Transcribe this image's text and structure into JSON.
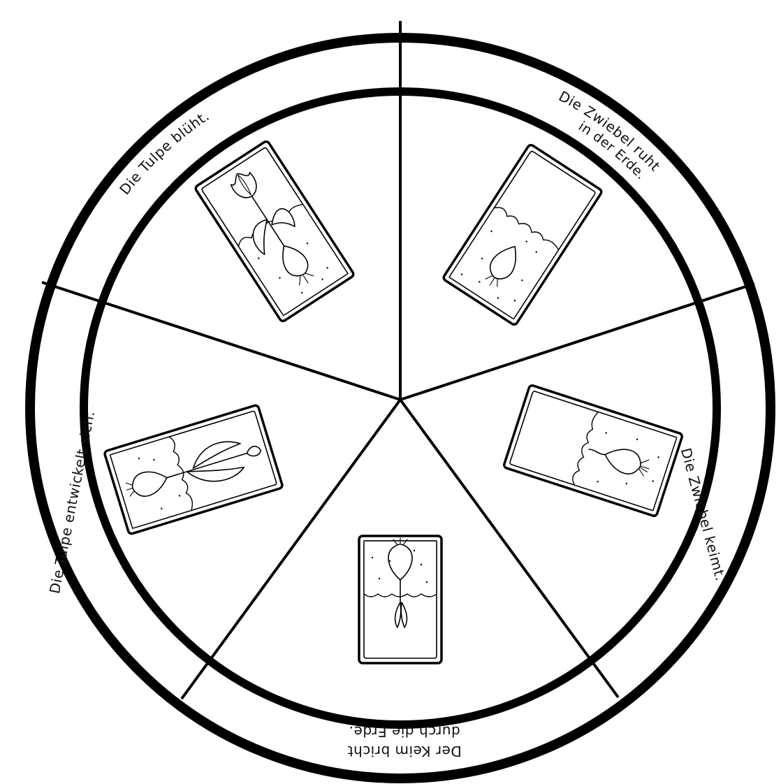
{
  "wheel": {
    "segments": [
      {
        "id": "ruht",
        "lines": [
          "Die Zwiebel ruht",
          "in der Erde."
        ],
        "icon": "bulb-resting-icon"
      },
      {
        "id": "keimt",
        "lines": [
          "Die Zwiebel keimt."
        ],
        "icon": "bulb-sprouting-icon"
      },
      {
        "id": "bricht",
        "lines": [
          "Der Keim bricht",
          "durch die Erde."
        ],
        "icon": "sprout-breaking-soil-icon"
      },
      {
        "id": "entwickelt",
        "lines": [
          "Die Tulpe entwickelt sich."
        ],
        "icon": "tulip-growing-icon"
      },
      {
        "id": "blueht",
        "lines": [
          "Die Tulpe blüht."
        ],
        "icon": "tulip-blooming-icon"
      }
    ]
  }
}
